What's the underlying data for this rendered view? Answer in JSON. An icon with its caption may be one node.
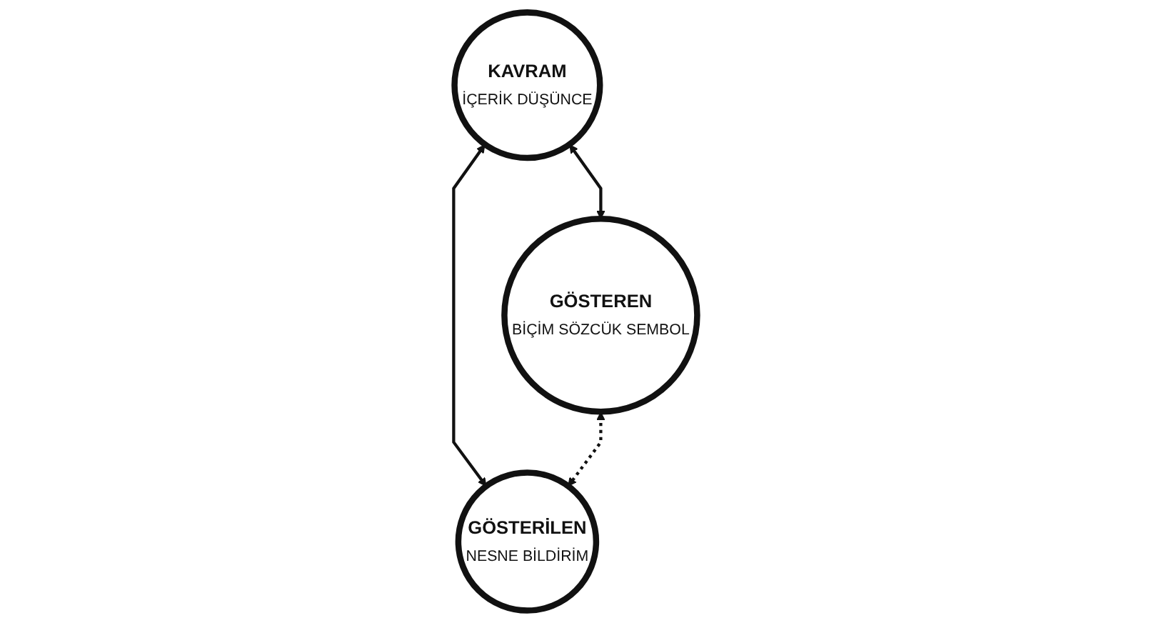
{
  "diagram": {
    "nodes": [
      {
        "text": [
          "KAVRAM",
          "İÇERİK DÜŞÜNCE"
        ]
      },
      {
        "text": [
          "GÖSTEREN",
          "BİÇİM SÖZCÜK SEMBOL"
        ]
      },
      {
        "text": [
          "GÖSTERİLEN",
          "NESNE BİLDİRİM"
        ]
      }
    ],
    "edges": [
      {
        "from": 0,
        "to": 1,
        "arrow": "both"
      },
      {
        "from": 0,
        "to": 2,
        "arrow": "both"
      },
      {
        "from": 1,
        "to": 2,
        "arrow": "both",
        "style": "dashed"
      }
    ]
  }
}
